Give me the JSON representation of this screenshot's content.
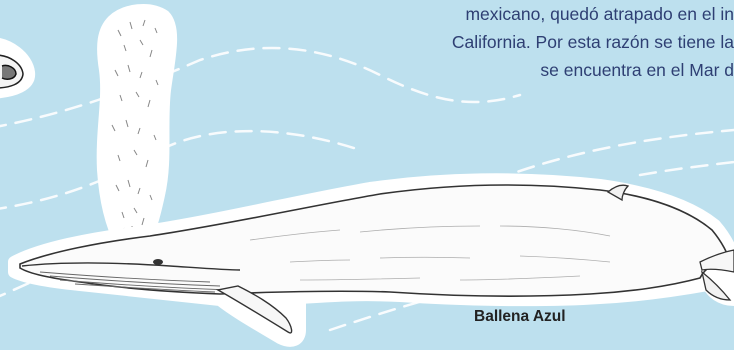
{
  "text_lines": [
    "mexicano, quedó atrapado en el in",
    "California. Por esta razón se tiene la",
    "se encuentra en el Mar d"
  ],
  "caption": "Ballena Azul",
  "colors": {
    "background": "#bde0ee",
    "text": "#2e3f73",
    "dashes": "#ffffff",
    "caption": "#222222"
  },
  "icons": [
    "whale-illustration",
    "water-spout",
    "fish-fragment-icon"
  ]
}
